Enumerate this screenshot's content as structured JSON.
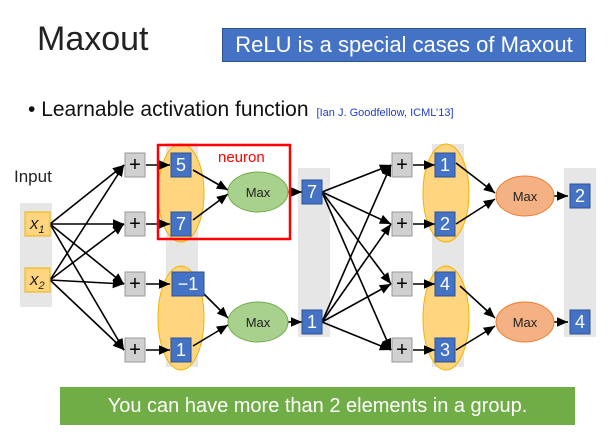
{
  "title": "Maxout",
  "banner": "ReLU is a special cases of Maxout",
  "bullet": "Learnable activation function",
  "citation": "[Ian J. Goodfellow, ICML’13]",
  "input_label": "Input",
  "neuron_label": "neuron",
  "inputs": [
    "x1",
    "x2"
  ],
  "plus_symbol": "+",
  "layer1_values": [
    "5",
    "7",
    "−1",
    "1"
  ],
  "layer1_outputs": [
    "7",
    "1"
  ],
  "layer2_values": [
    "1",
    "2",
    "4",
    "3"
  ],
  "layer2_outputs": [
    "2",
    "4"
  ],
  "max_label": "Max",
  "bottom_note": "You can have more than 2 elements in a group.",
  "colors": {
    "accent_blue": "#4472c4",
    "group_fill": "#ffd580",
    "max_green": "#a9d18e",
    "max_orange": "#f4b183",
    "neuron_box": "#ff0000",
    "banner_green": "#70ad47"
  }
}
